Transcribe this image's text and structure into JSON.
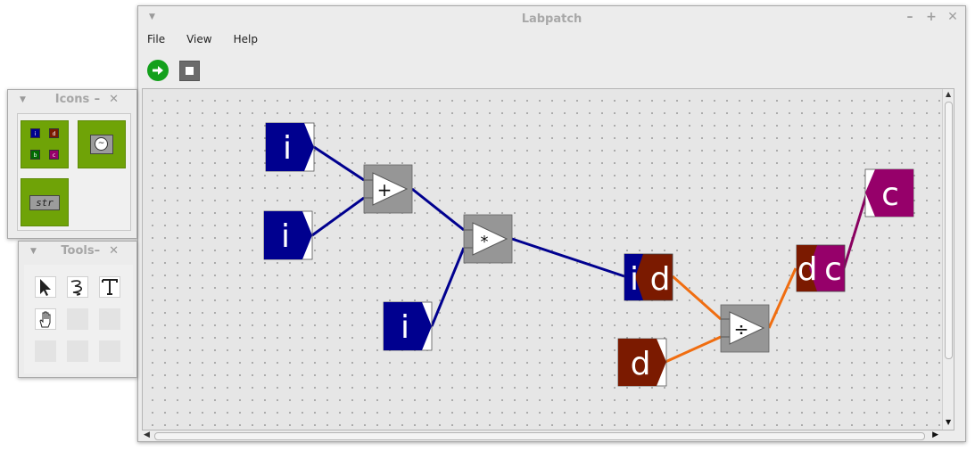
{
  "app": {
    "title": "Labpatch",
    "window_controls": [
      "–",
      "+",
      "✕"
    ],
    "menu": [
      "File",
      "View",
      "Help"
    ],
    "toolbar": {
      "run": "run-icon",
      "stop": "stop-icon"
    }
  },
  "icons_palette": {
    "title": "Icons",
    "tiles": [
      {
        "name": "type-constants",
        "labels": [
          "i",
          "d",
          "b",
          "c"
        ]
      },
      {
        "name": "timer",
        "glyph": "~"
      },
      {
        "name": "string-const",
        "label": "str"
      }
    ]
  },
  "tools_palette": {
    "title": "Tools",
    "tools": [
      "arrow-tool-icon",
      "wire-tool-icon",
      "text-tool-icon",
      "hand-tool-icon"
    ]
  },
  "diagram": {
    "nodes": [
      {
        "id": "i1",
        "label": "i"
      },
      {
        "id": "i2",
        "label": "i"
      },
      {
        "id": "i3",
        "label": "i"
      },
      {
        "id": "add",
        "op": "+"
      },
      {
        "id": "mul",
        "op": "*"
      },
      {
        "id": "id",
        "labels": [
          "i",
          "d"
        ]
      },
      {
        "id": "d1",
        "label": "d"
      },
      {
        "id": "div",
        "op": "÷"
      },
      {
        "id": "dc",
        "labels": [
          "d",
          "c"
        ]
      },
      {
        "id": "c1",
        "label": "c"
      }
    ],
    "colors": {
      "int": "#00008f",
      "dbl": "#7b1a00",
      "char": "#96006a",
      "op": "#969696",
      "wire_int": "#00008f",
      "wire_dbl": "#f06d10",
      "wire_char": "#8a0060"
    }
  }
}
